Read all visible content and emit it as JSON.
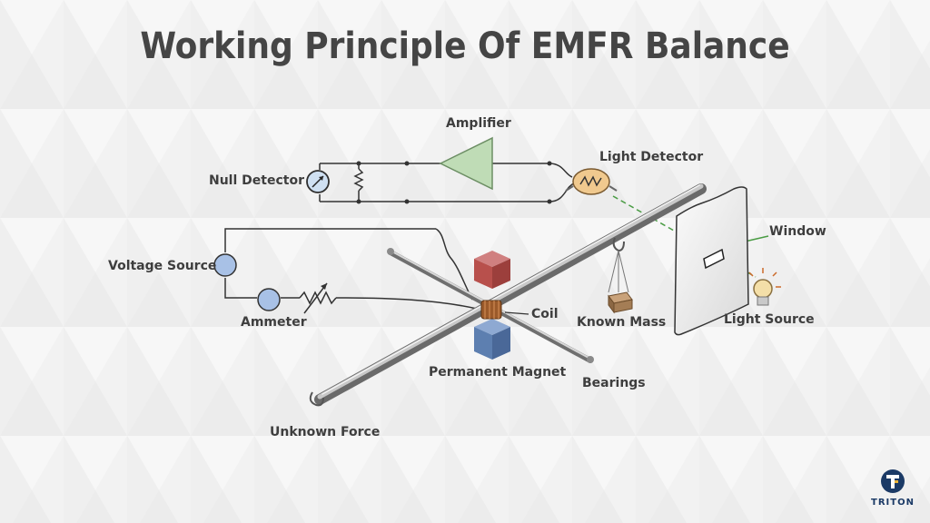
{
  "title": "Working Principle Of EMFR Balance",
  "labels": {
    "amplifier": "Amplifier",
    "light_detector": "Light Detector",
    "null_detector": "Null Detector",
    "window": "Window",
    "voltage_source": "Voltage Source",
    "light_source": "Light Source",
    "coil": "Coil",
    "known_mass": "Known Mass",
    "ammeter": "Ammeter",
    "permanent_magnet": "Permanent Magnet",
    "bearings": "Bearings",
    "unknown_force": "Unknown Force"
  },
  "logo": {
    "text": "TRITON",
    "letter": "T"
  },
  "colors": {
    "title": "#454545",
    "label": "#3e3e3e",
    "amplifier_fill": "#bfdcb6",
    "magnet_top": "#b8504c",
    "magnet_bottom": "#5d7fb0",
    "source_circle": "#a8c1e6",
    "light_beam": "#4a9c44",
    "logo_blue": "#1b3a66"
  }
}
